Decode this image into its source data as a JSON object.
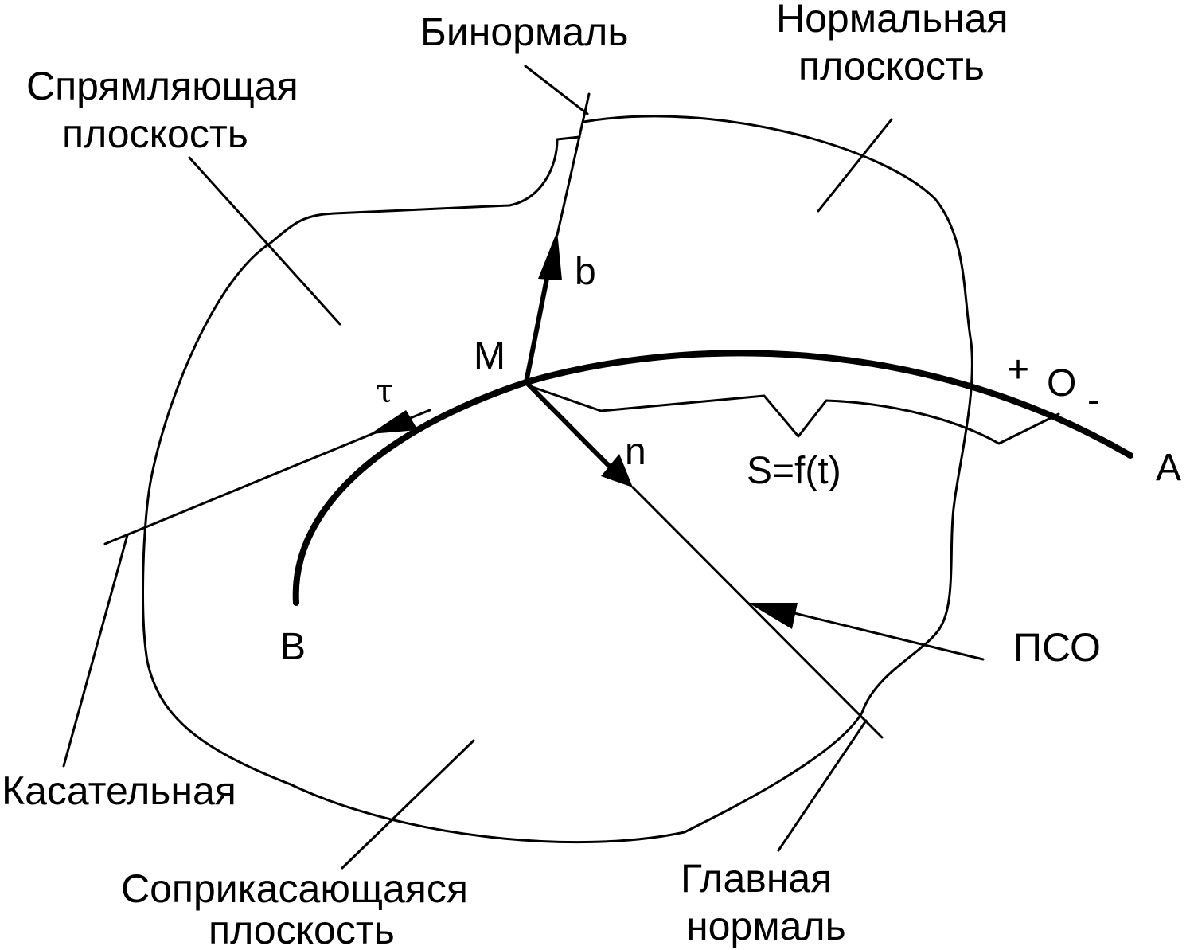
{
  "labels": {
    "binormal": "Бинормаль",
    "normal_plane_line1": "Нормальная",
    "normal_plane_line2": "плоскость",
    "rectifying_plane_line1": "Спрямляющая",
    "rectifying_plane_line2": "плоскость",
    "tangent": "Касательная",
    "osculating_plane_line1": "Соприкасающаяся",
    "osculating_plane_line2": "плоскость",
    "principal_normal_line1": "Главная",
    "principal_normal_line2": "нормаль",
    "pso": "ПСО"
  },
  "symbols": {
    "point_m": "M",
    "point_a": "A",
    "point_b": "B",
    "origin_o": "O",
    "plus": "+",
    "minus": "-",
    "vector_tau": "τ",
    "vector_n": "n",
    "vector_b": "b",
    "arc_length_law": "S=f(t)"
  }
}
